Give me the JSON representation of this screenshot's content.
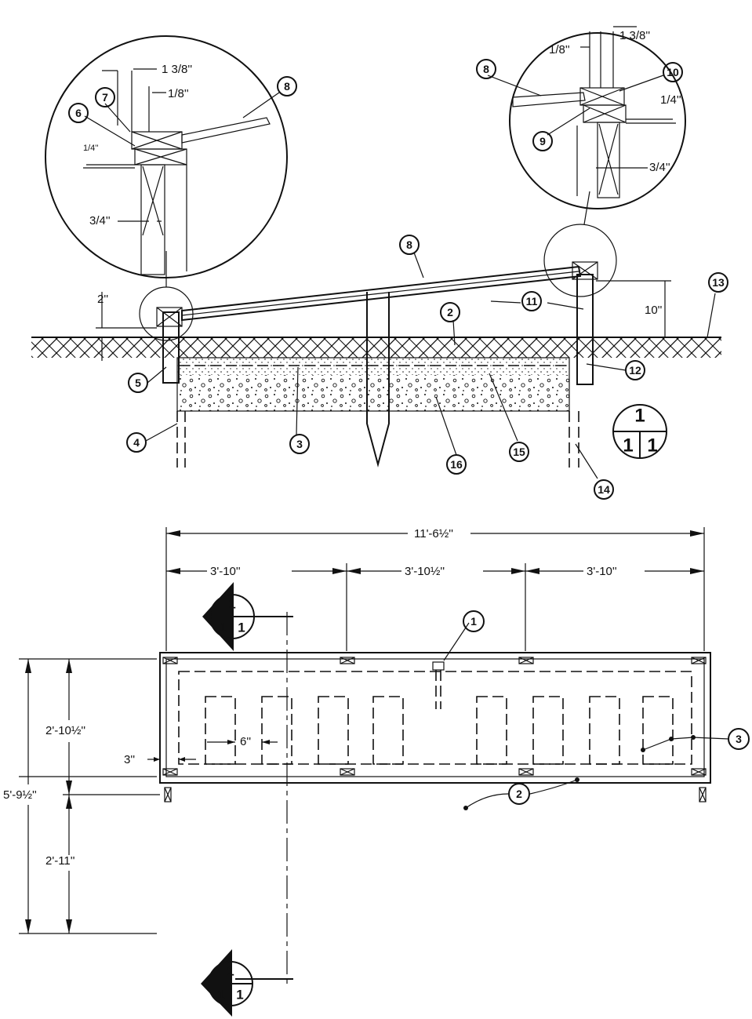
{
  "section_view": {
    "dims": {
      "d_1_3_8_left": "1 3/8''",
      "d_1_8_left": "1/8''",
      "d_quarter_left": "1/4''",
      "d_3_4_left": "3/4''",
      "d_1_3_8_right": "1 3/8''",
      "d_1_8_right": "1/8''",
      "d_1_4_right": "1/4''",
      "d_3_4_right": "3/4''",
      "d_2in": "2''",
      "d_10in": "10''"
    },
    "callouts": {
      "c2": "2",
      "c3": "3",
      "c4": "4",
      "c5": "5",
      "c6": "6",
      "c7": "7",
      "c8a": "8",
      "c8b": "8",
      "c8c": "8",
      "c9": "9",
      "c10": "10",
      "c11": "11",
      "c12": "12",
      "c13": "13",
      "c14": "14",
      "c15": "15",
      "c16": "16"
    },
    "section_mark": {
      "top": "1",
      "bottom_left": "1",
      "bottom_right": "1"
    }
  },
  "plan_view": {
    "dims": {
      "overall_width": "11'-6½''",
      "bay1": "3'-10''",
      "bay2": "3'-10½''",
      "bay3": "3'-10''",
      "overall_depth": "5'-9½''",
      "depth_upper": "2'-10½''",
      "depth_lower": "2'-11''",
      "edge_gap": "3''",
      "channel_width": "6''"
    },
    "callouts": {
      "c1": "1",
      "c2": "2",
      "c3": "3"
    },
    "section_mark_top": {
      "top": "1",
      "bottom_left": "1",
      "bottom_right": "1"
    },
    "section_mark_bottom": {
      "top": "1",
      "bottom_left": "1",
      "bottom_right": "1"
    }
  }
}
